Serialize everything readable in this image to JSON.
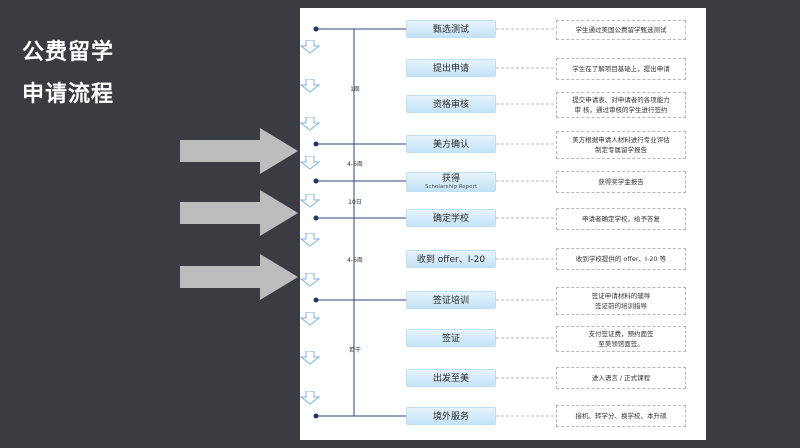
{
  "title": {
    "line1": "公费留学",
    "line2": "申请流程"
  },
  "steps": [
    {
      "label": "甄选测试",
      "desc": [
        "学生通过美国公费留学甄选测试"
      ]
    },
    {
      "label": "提出申请",
      "desc": [
        "学生在了解项目基础上，提出申请"
      ]
    },
    {
      "label": "资格审核",
      "desc": [
        "提交申请表、对申请者的各项能力",
        "审 核，通过审核的学生进行签约"
      ]
    },
    {
      "label": "美方确认",
      "desc": [
        "美方根据申请人材料进行专业评估",
        "制定专属留学报告"
      ]
    },
    {
      "label": "获得",
      "sub": "Scholarship Report",
      "desc": [
        "获得奖学金报告"
      ]
    },
    {
      "label": "确定学校",
      "desc": [
        "申请者确定学校，给予答复"
      ]
    },
    {
      "label": "收到 offer、I-20",
      "desc": [
        "收到学校提供的 offer、I-20 等"
      ]
    },
    {
      "label": "签证培训",
      "desc": [
        "签证申请材料的辅导",
        "签证前的培训指导"
      ]
    },
    {
      "label": "签证",
      "desc": [
        "支付签证费，预约面签",
        "至美领馆面签。"
      ]
    },
    {
      "label": "出发至美",
      "desc": [
        "进入语言 / 正式课程"
      ]
    },
    {
      "label": "境外服务",
      "desc": [
        "接机、转学分、换学校、本升硕"
      ]
    }
  ],
  "durations": [
    "1周",
    "4-6周",
    "10日",
    "4-6周",
    "若干"
  ]
}
